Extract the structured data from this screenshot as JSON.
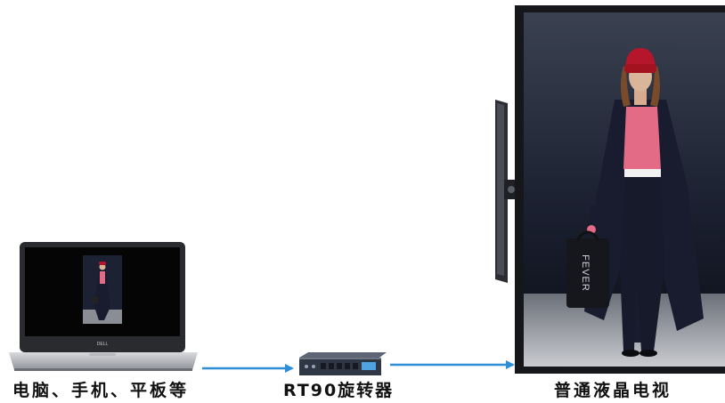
{
  "labels": {
    "source": "电脑、手机、平板等",
    "device": "RT90旋转器",
    "display": "普通液晶电视"
  },
  "laptop_brand": "DELL",
  "bag_text": "FEVER",
  "colors": {
    "arrow": "#2e8fd6",
    "beanie": "#b5162b",
    "top": "#e46b86",
    "coat": "#191c2e",
    "screen_bg": "#0f1320"
  }
}
